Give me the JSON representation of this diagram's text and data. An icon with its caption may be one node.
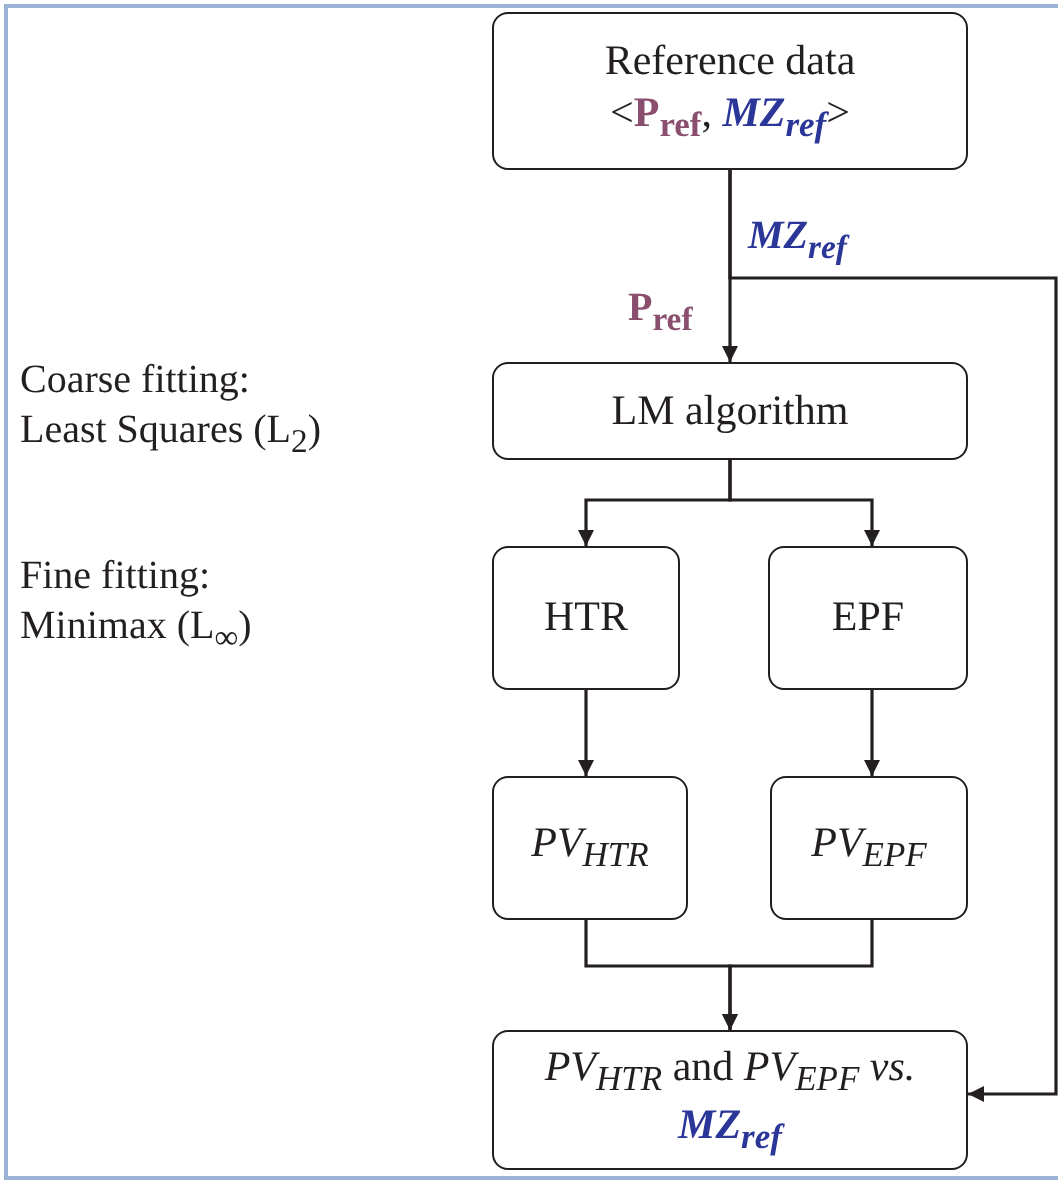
{
  "diagram": {
    "nodes": [
      {
        "text": [
          "Reference data",
          "<**P**$_{ref}$, *MZ*$_{ref}$>"
        ]
      },
      {
        "text": [
          "LM algorithm"
        ]
      },
      {
        "text": [
          "HTR"
        ]
      },
      {
        "text": [
          "EPF"
        ]
      },
      {
        "text": [
          "PV$_{HTR}$"
        ]
      },
      {
        "text": [
          "PV$_{EPF}$"
        ]
      },
      {
        "text": [
          "*PV*$_{HTR}$ and *PV*$_{EPF}$ *vs.* **MZ**$_{ref}$"
        ]
      }
    ],
    "edges": [
      {
        "from": 0,
        "to": 1,
        "arrow": "to",
        "label": "**P**$_{ref}$"
      },
      {
        "from": 0,
        "to": 6,
        "arrow": "to",
        "label": "*MZ*$_{ref}$"
      },
      {
        "from": 1,
        "to": 2,
        "arrow": "to"
      },
      {
        "from": 1,
        "to": 3,
        "arrow": "to"
      },
      {
        "from": 2,
        "to": 4,
        "arrow": "to"
      },
      {
        "from": 3,
        "to": 5,
        "arrow": "to"
      },
      {
        "from": 4,
        "to": 6,
        "arrow": "to"
      },
      {
        "from": 5,
        "to": 6,
        "arrow": "to"
      }
    ],
    "labels": [
      "Coarse fitting: Least Squares (L$_{2}$)",
      "Fine fitting: Minimax (L$_{∞}$)"
    ]
  }
}
